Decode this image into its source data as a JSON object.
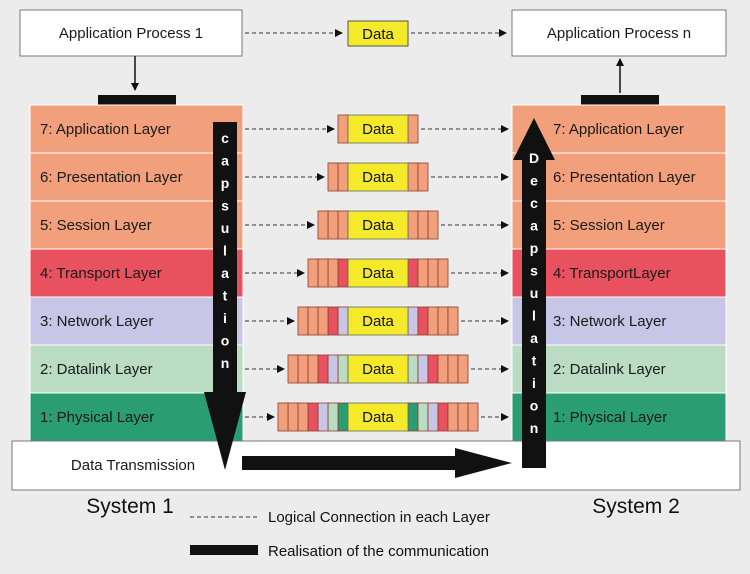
{
  "diagram": {
    "app_left": "Application Process 1",
    "app_right": "Application Process n",
    "top_data": "Data",
    "layers_left": [
      "7: Application Layer",
      "6: Presentation Layer",
      "5: Session Layer",
      "4: Transport Layer",
      "3: Network Layer",
      "2: Datalink Layer",
      "1: Physical Layer"
    ],
    "layers_right": [
      "7: Application Layer",
      "6: Presentation Layer",
      "5: Session Layer",
      "4: TransportLayer",
      "3: Network Layer",
      "2: Datalink Layer",
      "1: Physical Layer"
    ],
    "layer_colors": [
      "#f2a07c",
      "#f2a07c",
      "#f2a07c",
      "#e8525e",
      "#c8c6e6",
      "#b9dcc2",
      "#2a9e72"
    ],
    "packet_label": "Data",
    "encapsulation_letters": [
      "c",
      "a",
      "p",
      "s",
      "u",
      "l",
      "a",
      "t",
      "i",
      "o",
      "n"
    ],
    "decapsulation_letters": [
      "D",
      "e",
      "c",
      "a",
      "p",
      "s",
      "u",
      "l",
      "a",
      "t",
      "i",
      "o",
      "n"
    ],
    "transmission_label": "Data Transmission",
    "system_left": "System 1",
    "system_right": "System 2",
    "legend_logical": "Logical Connection  in each Layer",
    "legend_real": "Realisation of the communication"
  }
}
